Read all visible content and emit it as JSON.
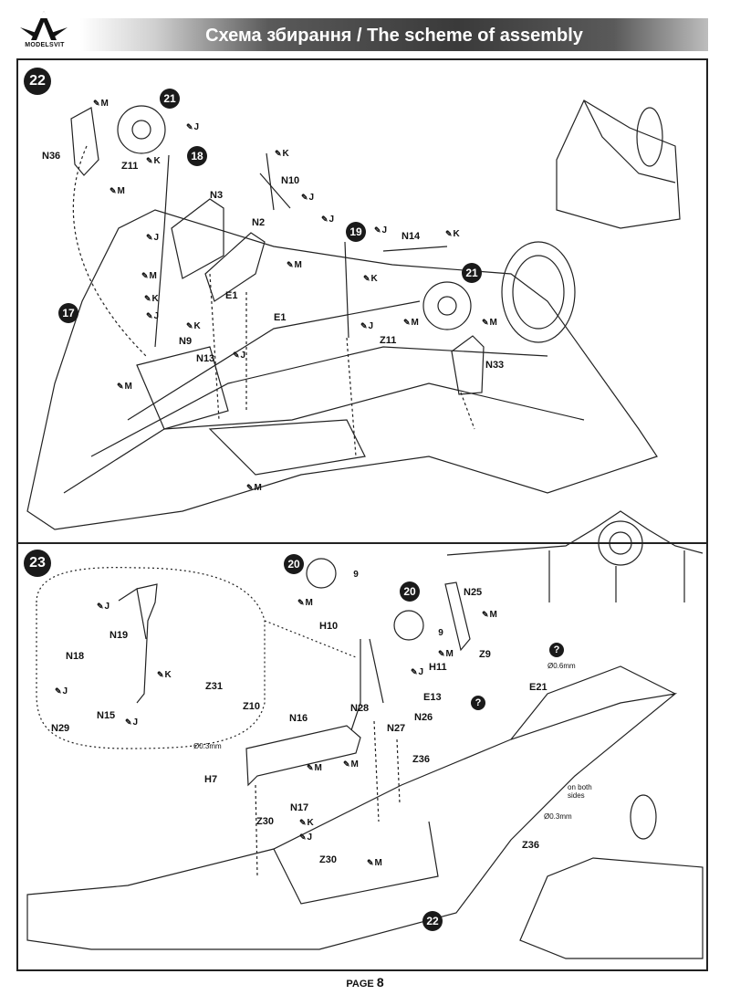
{
  "header": {
    "logo_text": "MODELSVIT",
    "title": "Схема збирання / The scheme of assembly"
  },
  "steps": {
    "step22": "22",
    "step23": "23"
  },
  "callouts": {
    "c21a": "21",
    "c18": "18",
    "c17": "17",
    "c19": "19",
    "c21b": "21",
    "c20a": "20",
    "c20b": "20",
    "c22": "22",
    "h9a": "9",
    "h9b": "9"
  },
  "labels": {
    "N36": "N36",
    "Z11a": "Z11",
    "N3": "N3",
    "N10": "N10",
    "N2": "N2",
    "N14": "N14",
    "E1a": "E1",
    "E1b": "E1",
    "N9": "N9",
    "N13": "N13",
    "Z11b": "Z11",
    "N33": "N33",
    "N19": "N19",
    "N18": "N18",
    "N29": "N29",
    "N15": "N15",
    "H10": "H10",
    "N25": "N25",
    "H11": "H11",
    "Z9": "Z9",
    "d06": "Ø0.6mm",
    "Z31": "Z31",
    "Z10": "Z10",
    "d03a": "Ø0.3mm",
    "N16": "N16",
    "N28": "N28",
    "E13": "E13",
    "N26": "N26",
    "E21": "E21",
    "N27": "N27",
    "Z36a": "Z36",
    "H7": "H7",
    "N17": "N17",
    "Z30a": "Z30",
    "Z30b": "Z30",
    "both_sides": "on both sides",
    "d03b": "Ø0.3mm",
    "Z36b": "Z36"
  },
  "paint": {
    "M": "M",
    "J": "J",
    "K": "K"
  },
  "footer": {
    "label": "PAGE",
    "number": "8"
  }
}
